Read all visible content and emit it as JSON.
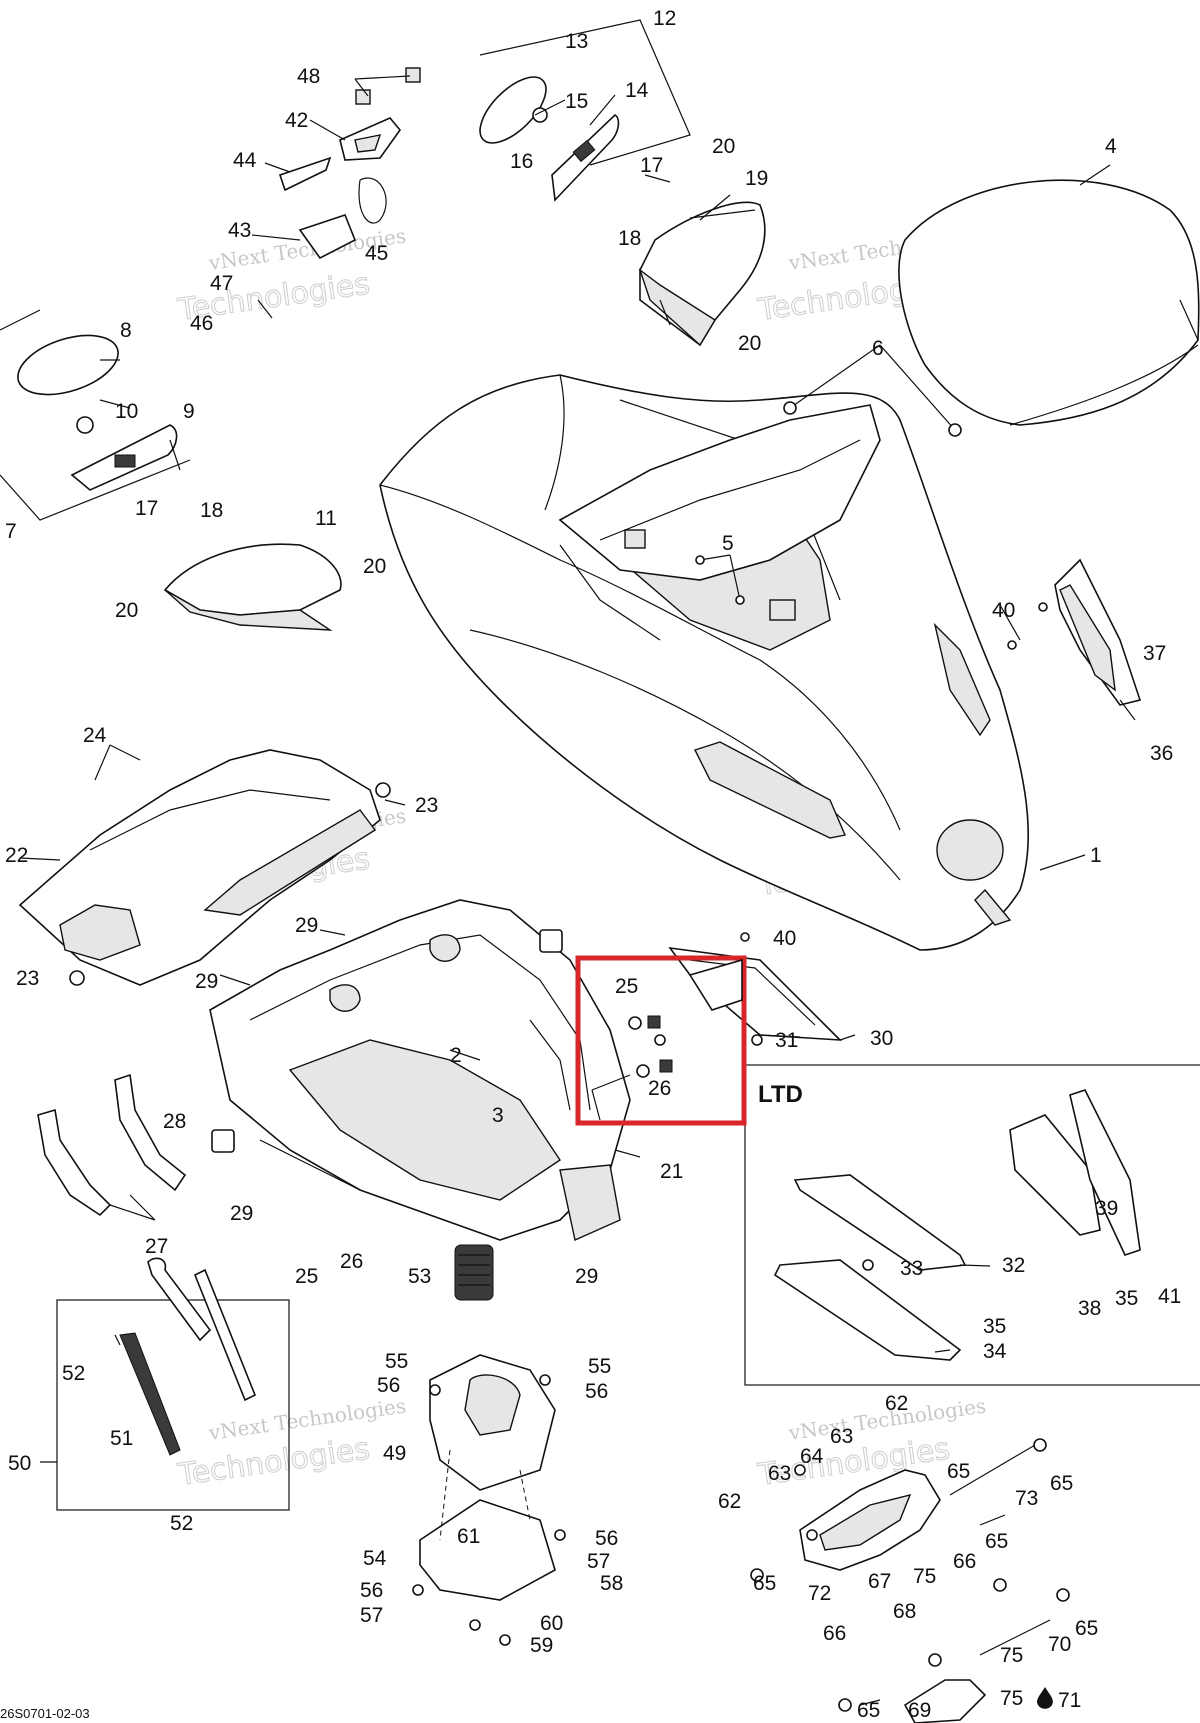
{
  "diagram": {
    "drawing_code": "26S0701-02-03",
    "inset_title": "LTD",
    "watermark_line1": "vNext Technologies",
    "watermark_line2": "Technologies",
    "highlight_color": "#d9262b",
    "callouts": [
      "1",
      "2",
      "3",
      "4",
      "5",
      "6",
      "7",
      "8",
      "9",
      "10",
      "11",
      "12",
      "13",
      "14",
      "15",
      "16",
      "17",
      "18",
      "19",
      "20",
      "21",
      "22",
      "23",
      "24",
      "25",
      "26",
      "27",
      "28",
      "29",
      "30",
      "31",
      "32",
      "33",
      "34",
      "35",
      "36",
      "37",
      "38",
      "39",
      "40",
      "41",
      "42",
      "43",
      "44",
      "45",
      "46",
      "47",
      "48",
      "49",
      "50",
      "51",
      "52",
      "53",
      "54",
      "55",
      "56",
      "57",
      "58",
      "59",
      "60",
      "61",
      "62",
      "63",
      "64",
      "65",
      "66",
      "67",
      "68",
      "69",
      "70",
      "71",
      "72",
      "73",
      "75"
    ]
  }
}
